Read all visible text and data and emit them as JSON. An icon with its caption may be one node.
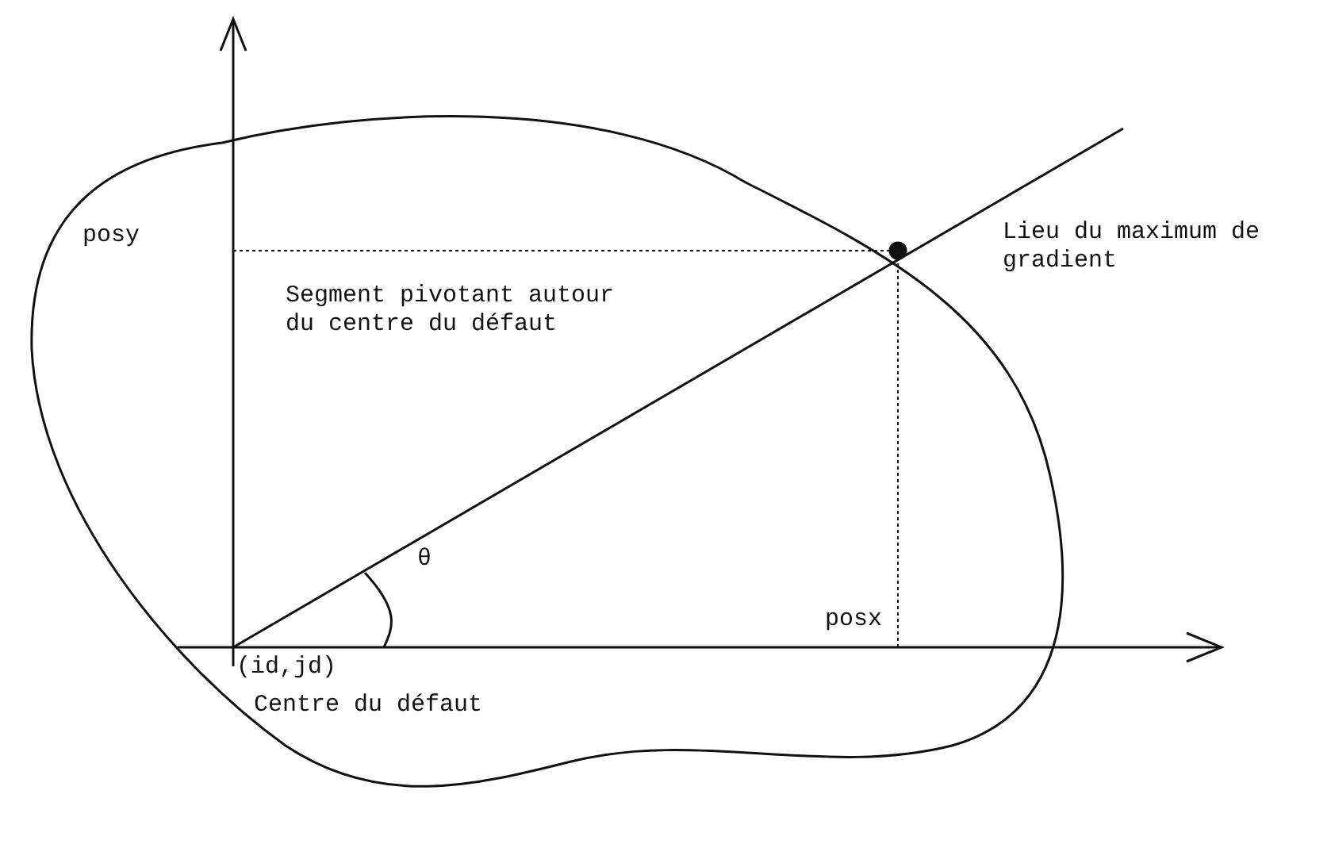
{
  "diagram": {
    "labels": [
      "posy",
      "Lieu du maximum de gradient",
      "Segment pivotant autour du centre du défaut",
      "θ",
      "(id,jd)",
      "posx",
      "Centre du défaut"
    ]
  }
}
